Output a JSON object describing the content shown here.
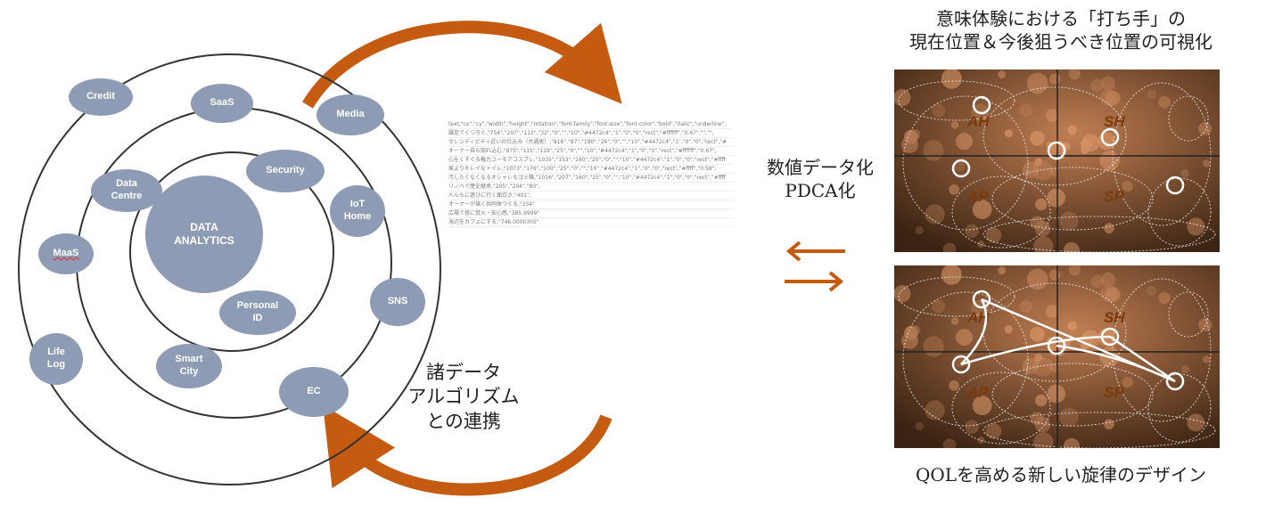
{
  "center": {
    "label": "DATA\nANALYTICS"
  },
  "nodes": {
    "credit": "Credit",
    "saas": "SaaS",
    "media": "Media",
    "security": "Security",
    "data_centre": "Data\nCentre",
    "iot_home": "IoT\nHome",
    "maas": "MaaS",
    "sns": "SNS",
    "personal_id": "Personal\nID",
    "life_log": "Life\nLog",
    "smart_city": "Smart\nCity",
    "ec": "EC"
  },
  "labels": {
    "integration": "諸データ\nアルゴリズム\nとの連携",
    "digitize": "数値データ化\nPDCA化",
    "top_title": "意味体験における「打ち手」の\n現在位置＆今後狙うべき位置の可視化",
    "bottom_caption": "QOLを高める新しい旋律のデザイン"
  },
  "quadrants": {
    "ah": "AH",
    "sh": "SH",
    "ap": "AP",
    "sp": "SP"
  },
  "document_lines": [
    "text,\"cx\",\"cy\",\"width\",\"height\",\"rotation\",\"font-family\",\"font-size\",\"font-color\",\"bold\",\"italic\",\"underline\",",
    "課足でくつろぐ,\"754\",\"207\",\"112\",\"32\",\"0\",\"\",\"10\",\"#4472c4\",\"1\",\"0\",\"0\",\"rect\",\"#ffffff\",\"0.67\",\"\",\"\",",
    "セレンディピティ近いの仕込み（大通居）,\"816\",\"87\",\"190\",\"26\",\"0\",\"\",\"10\",\"#4472c4\",\"1\",\"0\",\"0\",\"rect\",\"#",
    "オーナー自ら田れ込む,\"975\",\"115\",\"119\",\"25\",\"0\",\"\",\"10\",\"#4472c4\",\"1\",\"0\",\"0\",\"rect\",\"#ffffff\",\"0.67\",",
    "心をくすぐる権力ユーモアコスプレ,\"1035\",\"153\",\"160\",\"25\",\"0\",\"\",\"10\",\"#4472c4\",\"1\",\"0\",\"0\",\"rect\",\"#ffff",
    "家よりキレイなトイレ,\"1073\",\"176\",\"100\",\"25\",\"0\",\"\",\"10\",\"#4472c4\",\"1\",\"0\",\"0\",\"rect\",\"#ffff\",\"0.58\",",
    "汚したくなくなるオシャレなゴミ箱,\"1016\",\"207\",\"160\",\"25\",\"0\",\"\",\"10\",\"#4472c4\",\"1\",\"0\",\"0\",\"rect\",\"#ffff",
    "リノベで歴史継承,\"205\",\"204\",\"80\",",
    "人んちに遊びに行く面白さ,\"401\",",
    "オーナーが描く共同体つくる,\"334\"",
    "広場で夜に焚火・安心感,\"385.9999\"",
    "海辺をカフェにする,\"746.0000305\""
  ],
  "colors": {
    "node": "#8d9bb5",
    "arrow": "#c55a11",
    "panel_dark": "#3a2312",
    "panel_light": "#b5764a"
  }
}
